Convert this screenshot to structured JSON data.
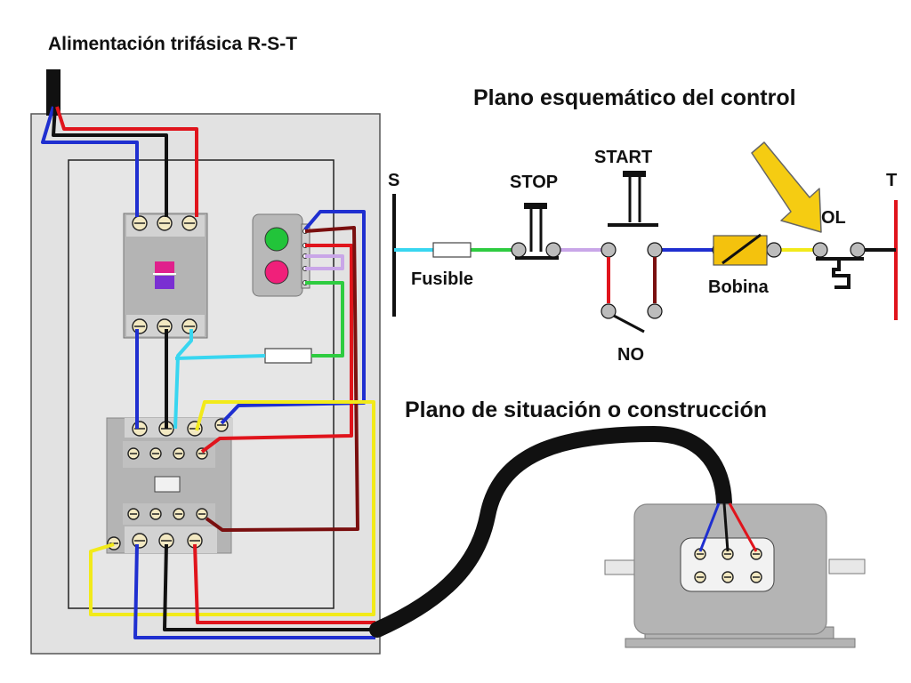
{
  "labels": {
    "supply": "Alimentación trifásica R-S-T",
    "control_plan": "Plano esquemático del control",
    "construction_plan": "Plano de situación o construcción",
    "s": "S",
    "t": "T",
    "stop": "STOP",
    "start": "START",
    "ol": "OL",
    "fuse": "Fusible",
    "coil": "Bobina",
    "no": "NO"
  },
  "colors": {
    "wire_red": "#e0141c",
    "wire_black": "#111111",
    "wire_blue": "#1f2fd0",
    "wire_green": "#2ecc40",
    "wire_cyan": "#38d6f0",
    "wire_yellow": "#f2ea1a",
    "wire_lavender": "#c9a6e8",
    "wire_darkred": "#7a0f0f",
    "panel": "#e2e2e2",
    "device_gray": "#b4b4b4",
    "coil_fill": "#f4c20d",
    "arrow_fill": "#f5cc12",
    "button_green": "#22c43a",
    "button_red": "#f0207a"
  },
  "icons": [
    "contactor-icon",
    "breaker-icon",
    "push-button-station-icon",
    "fuse-icon",
    "motor-icon",
    "arrow-icon",
    "coil-icon",
    "overload-contact-icon"
  ]
}
